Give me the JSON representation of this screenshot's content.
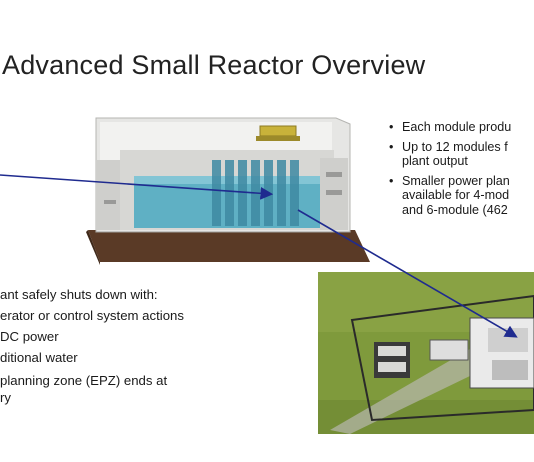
{
  "slide": {
    "title": "Advanced Small Reactor Overview",
    "right_bullets": [
      {
        "lines": [
          "Each module produ"
        ]
      },
      {
        "lines": [
          "Up to 12 modules f",
          "plant output"
        ]
      },
      {
        "lines": [
          "Smaller power plan",
          "available for 4-mod",
          "and 6-module (462"
        ]
      }
    ],
    "left_text": {
      "intro": "ant safely  shuts down with:",
      "items": [
        "erator or control system actions",
        "DC power",
        "ditional water"
      ],
      "epz_lines": [
        "planning zone (EPZ) ends at",
        "ry"
      ]
    }
  },
  "colors": {
    "arrow": "#1f2b8f",
    "pool_water": "#5fb0c4",
    "grass": "#7f9a3c",
    "soil": "#5a3a26"
  }
}
